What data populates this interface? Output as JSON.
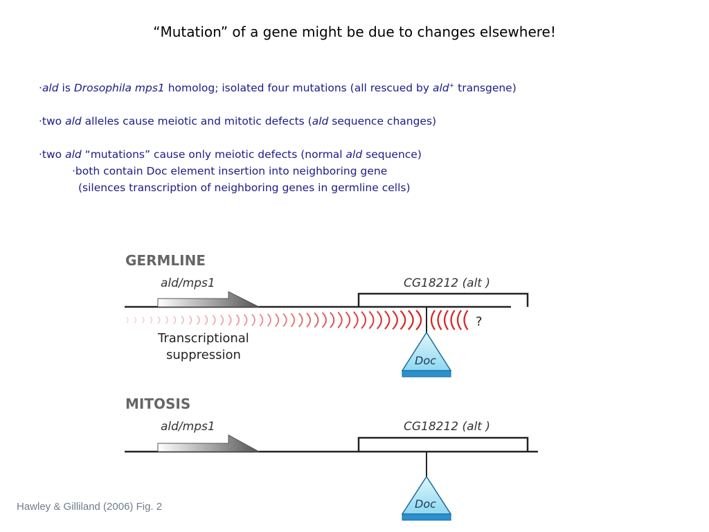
{
  "slide": {
    "title": "“Mutation” of a gene might be due to changes elsewhere!",
    "citation": "Hawley & Gilliland (2006) Fig. 2"
  },
  "bullets": {
    "b1": {
      "dot": "·",
      "ald": "ald",
      "is": " is ",
      "dros": "Drosophila mps1",
      "rest": " homolog; isolated four mutations (all rescued by ",
      "ald2": "ald",
      "plus": "+",
      "end": " transgene)"
    },
    "b2": {
      "pre": "·two ",
      "ald": "ald",
      "mid": " alleles cause meiotic and mitotic defects (",
      "ald2": "ald",
      "end": " sequence changes)"
    },
    "b3": {
      "pre": "·two ",
      "ald": "ald",
      "mid": " “mutations” cause only meiotic defects (normal ",
      "ald2": "ald",
      "end": " sequence)"
    },
    "b3a": "·both contain Doc element insertion into neighboring gene",
    "b3b": "(silences transcription of neighboring genes in germline cells)"
  },
  "figure": {
    "germline": {
      "heading": "GERMLINE",
      "gene1": "ald/mps1",
      "gene2": "CG18212 (alt )",
      "suppression_line1": "Transcriptional",
      "suppression_line2": "suppression",
      "question": "?",
      "insert": "Doc"
    },
    "mitosis": {
      "heading": "MITOSIS",
      "gene1": "ald/mps1",
      "gene2": "CG18212 (alt )",
      "insert": "Doc"
    },
    "colors": {
      "wave": "#d42a2a",
      "doc_fill": "#a8e4f4",
      "doc_base": "#2a90d0",
      "arrow_dark": "#555555"
    }
  }
}
